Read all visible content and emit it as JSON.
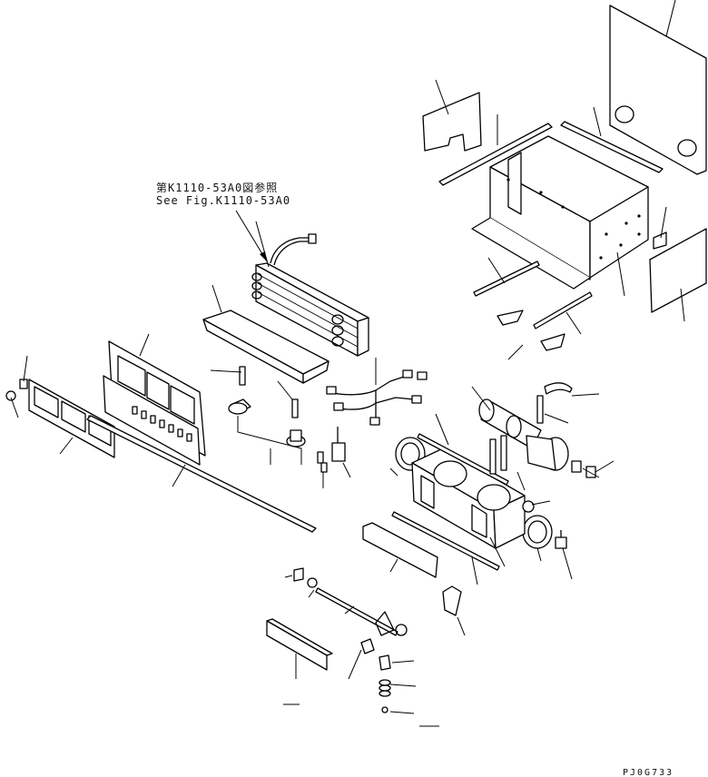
{
  "reference_note": {
    "japanese": "第K1110-53A0図参照",
    "english": "See Fig.K1110-53A0"
  },
  "drawing_code": "PJ0G733"
}
